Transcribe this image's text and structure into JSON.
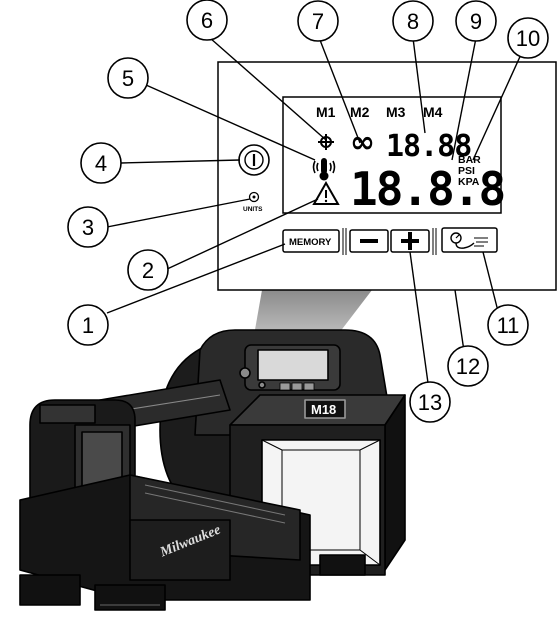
{
  "callouts": [
    {
      "n": "1"
    },
    {
      "n": "2"
    },
    {
      "n": "3"
    },
    {
      "n": "4"
    },
    {
      "n": "5"
    },
    {
      "n": "6"
    },
    {
      "n": "7"
    },
    {
      "n": "8"
    },
    {
      "n": "9"
    },
    {
      "n": "10"
    },
    {
      "n": "11"
    },
    {
      "n": "12"
    },
    {
      "n": "13"
    }
  ],
  "display": {
    "memory_slots": [
      "M1",
      "M2",
      "M3",
      "M4"
    ],
    "small_digits": "18.88",
    "large_digits": "18.8.8",
    "units": [
      "BAR",
      "PSI",
      "KPA"
    ]
  },
  "controls": {
    "units_label": "UNITS",
    "memory_label": "MEMORY",
    "minus_label": "−",
    "plus_label": "+"
  },
  "device": {
    "brand": "Milwaukee",
    "model_badge": "M18"
  }
}
